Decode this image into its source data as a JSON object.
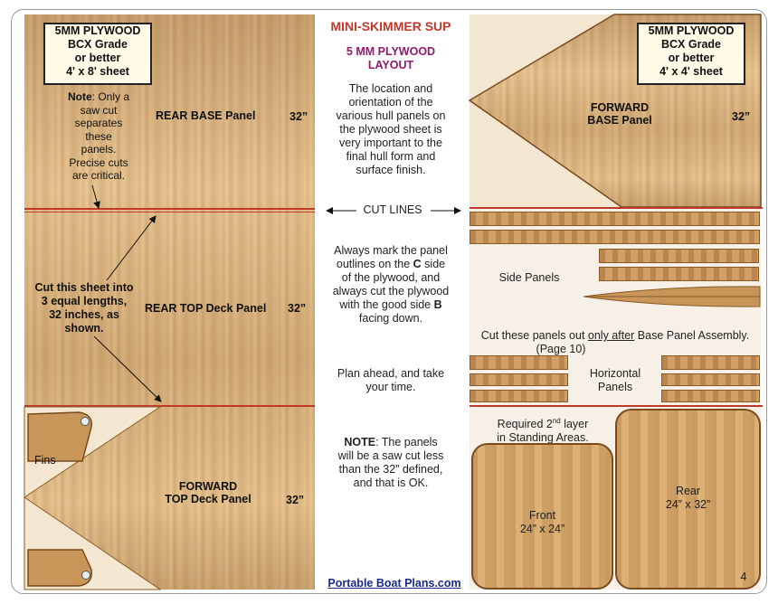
{
  "header": {
    "title": "MINI-SKIMMER SUP",
    "subtitle_line1": "5 MM PLYWOOD",
    "subtitle_line2": "LAYOUT"
  },
  "left_note": {
    "line1": "5MM PLYWOOD",
    "line2": "BCX Grade",
    "line3": "or better",
    "line4": "4' x 8' sheet"
  },
  "right_note": {
    "line1": "5MM PLYWOOD",
    "line2": "BCX Grade",
    "line3": "or better",
    "line4": "4' x 4' sheet"
  },
  "saw_note": {
    "prefix": "Note",
    "line1": ": Only a",
    "line2": "saw cut",
    "line3": "separates",
    "line4": "these",
    "line5": "panels.",
    "line6": "Precise cuts",
    "line7": "are critical."
  },
  "cut_sheet_note": {
    "line1": "Cut this sheet into",
    "line2": "3 equal lengths,",
    "line3": "32 inches, as",
    "line4": "shown."
  },
  "left_panels": {
    "rear_base": "REAR BASE Panel",
    "rear_base_dim": "32”",
    "rear_top": "REAR TOP Deck Panel",
    "rear_top_dim": "32”",
    "forward_top_line1": "FORWARD",
    "forward_top_line2": "TOP Deck Panel",
    "forward_top_dim": "32”",
    "fins": "Fins"
  },
  "center_text": {
    "para1_line1": "The location and",
    "para1_line2": "orientation of the",
    "para1_line3": "various hull panels on",
    "para1_line4": "the plywood sheet is",
    "para1_line5": "very important to the",
    "para1_line6": "final hull form and",
    "para1_line7": "surface finish.",
    "cut_lines": "CUT LINES",
    "para2_line1": "Always mark the panel",
    "para2_line2a": "outlines on the ",
    "para2_line2b": "C",
    "para2_line2c": " side",
    "para2_line3": "of the plywood, and",
    "para2_line4": "always cut the plywood",
    "para2_line5a": "with the good side ",
    "para2_line5b": "B",
    "para2_line6": "facing down.",
    "para3_line1": "Plan ahead, and take",
    "para3_line2": "your time.",
    "note_prefix": "NOTE",
    "note_line1": ": The panels",
    "note_line2": "will be a saw cut less",
    "note_line3": "than the 32” defined,",
    "note_line4": "and that is OK.",
    "footer_link": "Portable Boat Plans.com"
  },
  "right_panels": {
    "forward_base_line1": "FORWARD",
    "forward_base_line2": "BASE Panel",
    "forward_base_dim": "32”",
    "side_panels": "Side Panels",
    "cut_after_prefix": "Cut these panels out ",
    "cut_after_underline": "only after",
    "cut_after_suffix": " Base Panel Assembly.",
    "cut_after_page": "(Page 10)",
    "horizontal_line1": "Horizontal",
    "horizontal_line2": "Panels",
    "required_prefix": "Required  2",
    "required_sup": "nd",
    "required_suffix": " layer",
    "required_line2": "in Standing Areas.",
    "front_label": "Front",
    "front_dim": "24” x 24”",
    "rear_label": "Rear",
    "rear_dim": "24” x 32”",
    "page_number": "4"
  },
  "colors": {
    "title_red": "#c0392b",
    "subtitle_purple": "#8e1b6b",
    "cut_line": "#c0392b",
    "link_blue": "#1a2a8a"
  }
}
